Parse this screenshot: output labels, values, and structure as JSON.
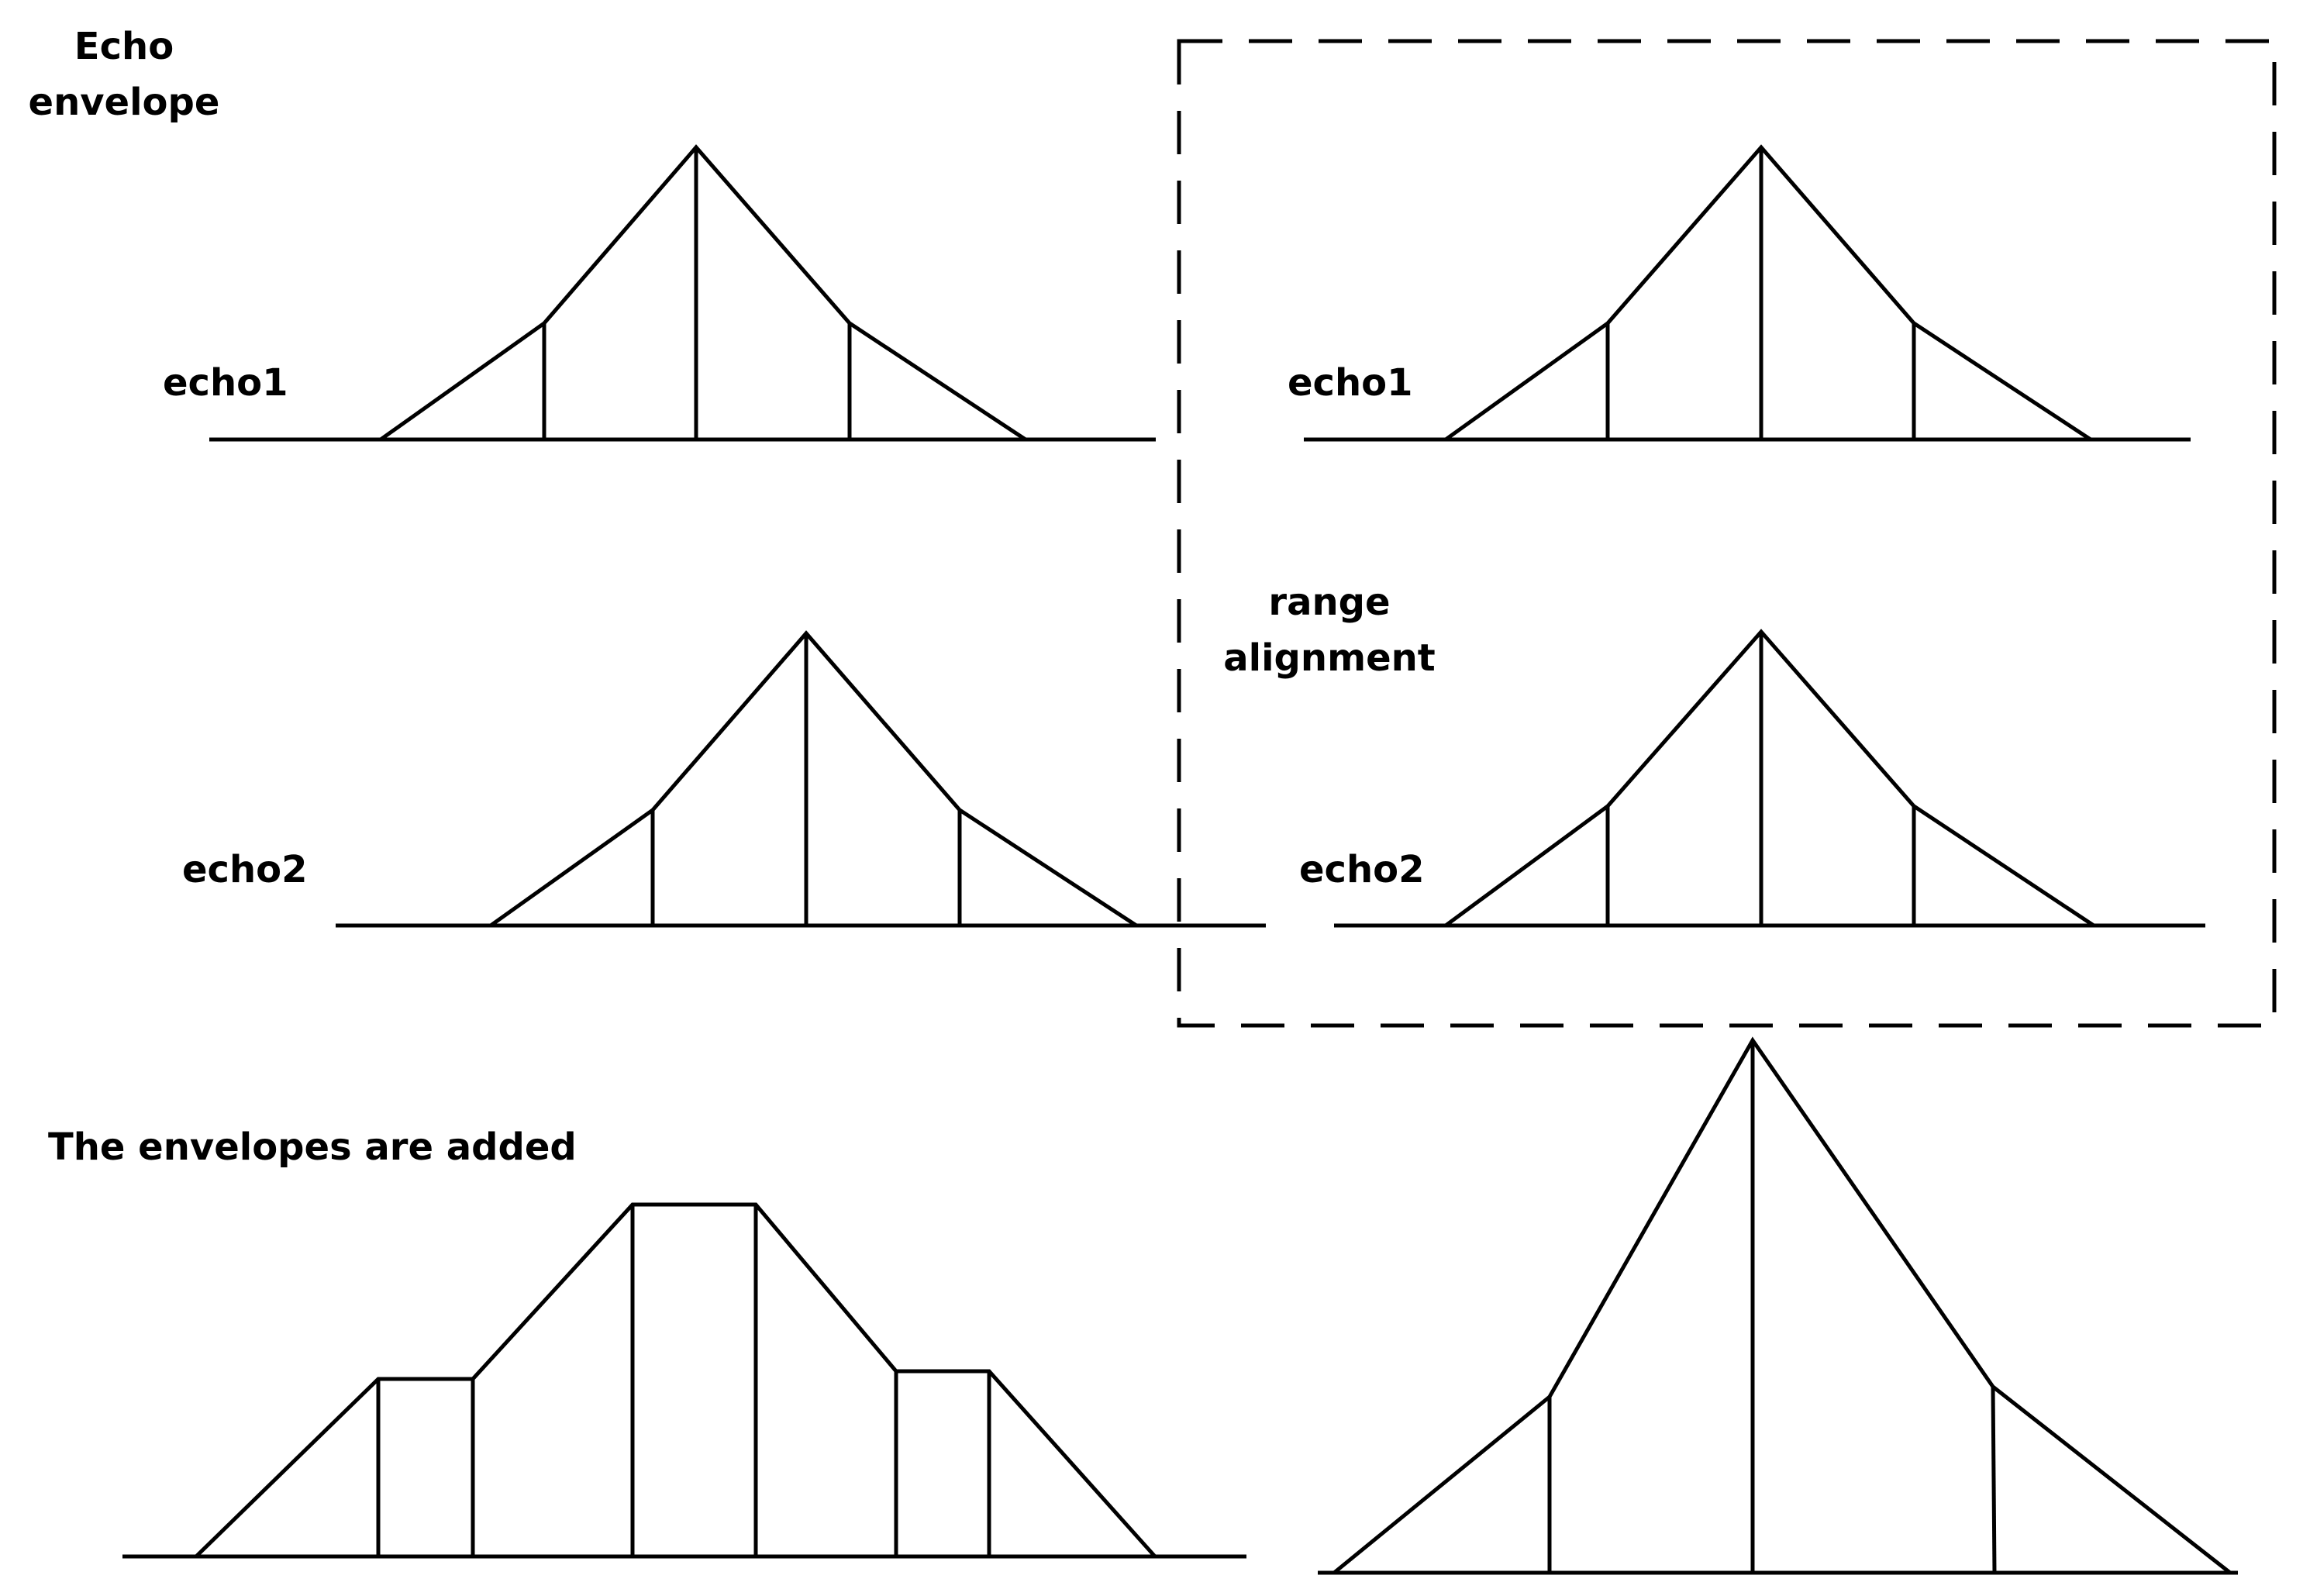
{
  "labels": {
    "title_line1": "Echo",
    "title_line2": "envelope",
    "echo1_left": "echo1",
    "echo2_left": "echo2",
    "echo1_right": "echo1",
    "echo2_right": "echo2",
    "range_line1": "range",
    "range_line2": "alignment",
    "added": "The envelopes are added"
  },
  "colors": {
    "stroke": "#000000",
    "background": "#ffffff"
  }
}
